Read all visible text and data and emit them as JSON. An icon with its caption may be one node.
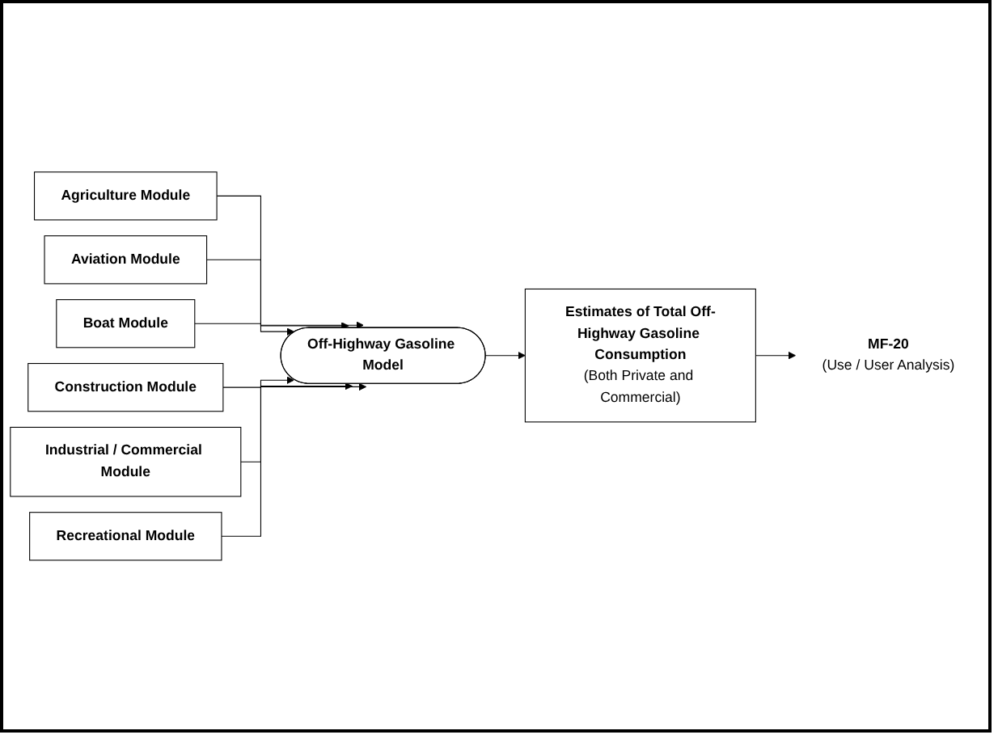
{
  "diagram": {
    "nodes": [
      {
        "text": [
          "Agriculture Module"
        ]
      },
      {
        "text": [
          "Aviation Module"
        ]
      },
      {
        "text": [
          "Boat Module"
        ]
      },
      {
        "text": [
          "Construction Module"
        ]
      },
      {
        "text": [
          "Industrial / Commercial Module"
        ]
      },
      {
        "text": [
          "Recreational Module"
        ]
      },
      {
        "text": [
          "Off-Highway Gasoline Model"
        ]
      },
      {
        "text": [
          "Estimates of Total Off-Highway Gasoline Consumption",
          "(Both Private and Commercial)"
        ]
      },
      {
        "text": [
          "MF-20",
          "(Use / User Analysis)"
        ]
      }
    ],
    "edges": [
      {
        "from": 0,
        "to": 6,
        "arrow": "to"
      },
      {
        "from": 1,
        "to": 6,
        "arrow": "to"
      },
      {
        "from": 2,
        "to": 6,
        "arrow": "to"
      },
      {
        "from": 3,
        "to": 6,
        "arrow": "to"
      },
      {
        "from": 4,
        "to": 6,
        "arrow": "to"
      },
      {
        "from": 5,
        "to": 6,
        "arrow": "to"
      },
      {
        "from": 6,
        "to": 7,
        "arrow": "to"
      },
      {
        "from": 7,
        "to": 8,
        "arrow": "to"
      }
    ]
  }
}
